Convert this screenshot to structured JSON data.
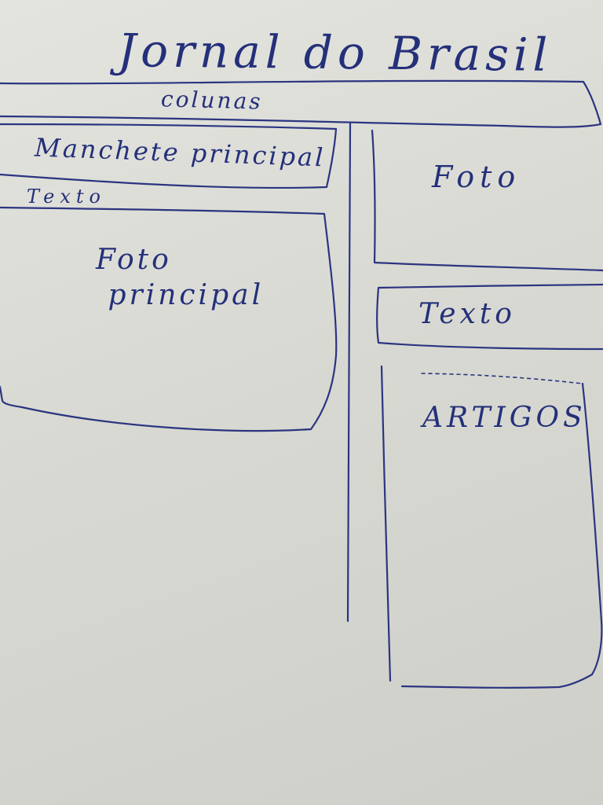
{
  "sketch": {
    "title": "Jornal do Brasil",
    "columns_bar": "colunas",
    "headline_box": "Manchete principal",
    "text_left": "Texto",
    "main_photo": "Foto\n principal",
    "photo_right": "Foto",
    "text_right": "Texto",
    "articles": "ARTIGOS",
    "ink_color": "#2b3580",
    "paper_color": "#dcdcd6"
  }
}
